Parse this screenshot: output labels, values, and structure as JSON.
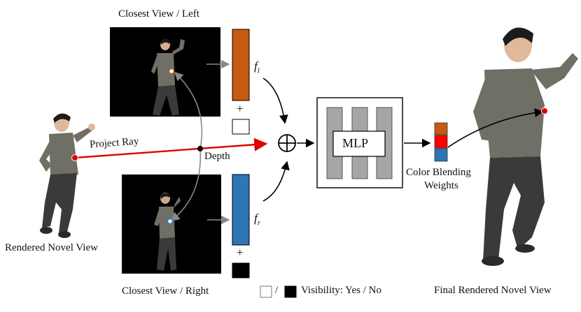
{
  "labels": {
    "closest_left": "Closest View / Left",
    "closest_right": "Closest View / Right",
    "rendered_novel": "Rendered Novel View",
    "project_ray": "Project Ray",
    "depth": "Depth",
    "f_left_base": "f",
    "f_left_sub": "l",
    "f_right_base": "f",
    "f_right_sub": "r",
    "plus": "+",
    "mlp": "MLP",
    "blend_line1": "Color Blending",
    "blend_line2": "Weights",
    "final_rendered": "Final Rendered Novel View",
    "visibility_sep": "/",
    "visibility_text": "Visibility: Yes / No",
    "oplus": "⊕"
  },
  "colors": {
    "feature_left": "#c55a11",
    "feature_right": "#2e75b6",
    "ray": "#e00000",
    "weight_top": "#c55a11",
    "weight_mid": "#ff0000",
    "weight_bottom": "#2e75b6",
    "mlp_bar": "#a6a6a6",
    "shirt": "#6f6f66",
    "pants": "#3a3a38",
    "skin": "#e0b89a",
    "hair": "#1b1b1b"
  }
}
